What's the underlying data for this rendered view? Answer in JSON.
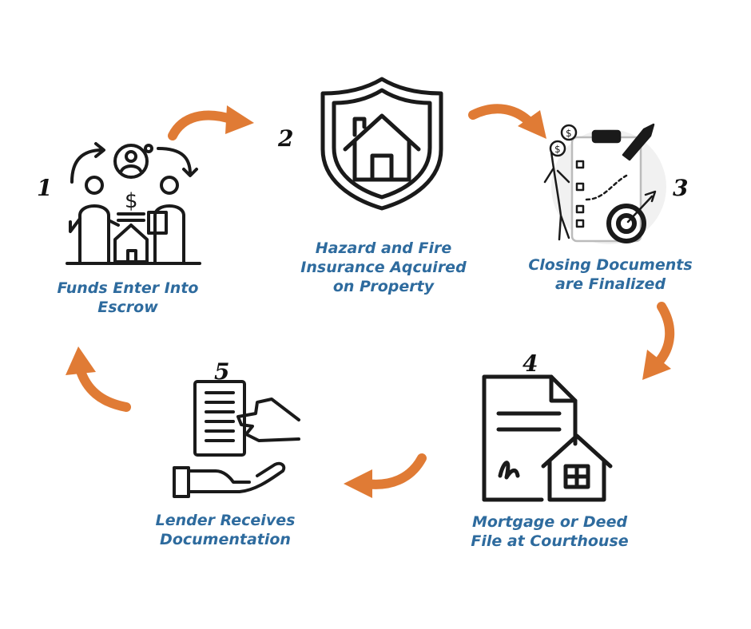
{
  "steps": [
    {
      "number": "1",
      "lines": [
        "Funds Enter Into",
        "Escrow"
      ],
      "icon": "escrow-people-icon"
    },
    {
      "number": "2",
      "lines": [
        "Hazard and Fire",
        "Insurance Aqcuired",
        "on Property"
      ],
      "icon": "house-shield-icon"
    },
    {
      "number": "3",
      "lines": [
        "Closing Documents",
        "are Finalized"
      ],
      "icon": "closing-checklist-icon"
    },
    {
      "number": "4",
      "lines": [
        "Mortgage or Deed",
        "File at Courthouse"
      ],
      "icon": "deed-house-icon"
    },
    {
      "number": "5",
      "lines": [
        "Lender Receives",
        "Documentation"
      ],
      "icon": "document-handoff-icon"
    }
  ],
  "colors": {
    "caption": "#2e6b9e",
    "arrow": "#e07b35",
    "icon": "#1a1a1a"
  }
}
